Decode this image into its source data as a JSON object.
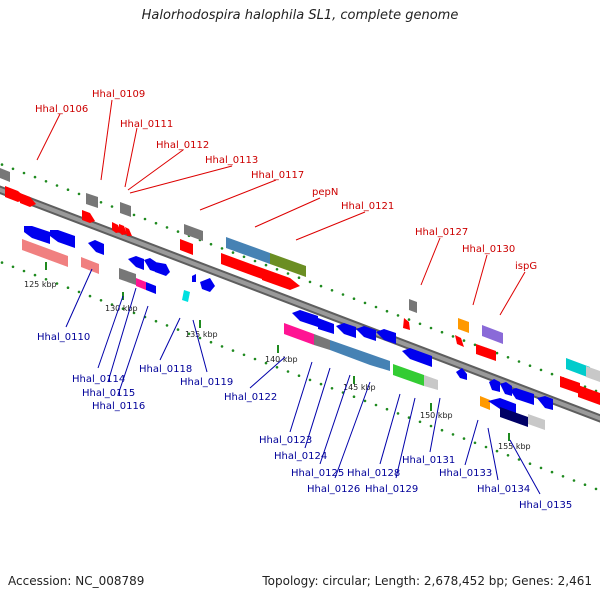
{
  "title": "Halorhodospira halophila SL1, complete genome",
  "footer": {
    "accession": "Accession: NC_008789",
    "summary": "Topology: circular; Length: 2,678,452 bp; Genes: 2,461"
  },
  "ticks": [
    "125 kbp",
    "130 kbp",
    "135 kbp",
    "140 kbp",
    "145 kbp",
    "150 kbp",
    "155 kbp"
  ],
  "top_labels": [
    "Hhal_0106",
    "Hhal_0109",
    "Hhal_0111",
    "Hhal_0112",
    "Hhal_0113",
    "Hhal_0117",
    "pepN",
    "Hhal_0121",
    "Hhal_0127",
    "Hhal_0130",
    "ispG"
  ],
  "bottom_labels": [
    "Hhal_0110",
    "Hhal_0114",
    "Hhal_0115",
    "Hhal_0116",
    "Hhal_0118",
    "Hhal_0119",
    "Hhal_0122",
    "Hhal_0123",
    "Hhal_0124",
    "Hhal_0125",
    "Hhal_0126",
    "Hhal_0128",
    "Hhal_0129",
    "Hhal_0131",
    "Hhal_0133",
    "Hhal_0134",
    "Hhal_0135"
  ],
  "colors": {
    "backbone": "#8a8a8a",
    "dots": "#1f8a1f",
    "label_top": "#cc0000",
    "label_bottom": "#000099",
    "red": "#ff0000",
    "blue": "#0000ee",
    "gray": "#777777",
    "salmon": "#f08080",
    "steelblue": "#4682b4",
    "olive": "#6b8e23",
    "magenta": "#ff1493",
    "green": "#33cc33",
    "orange": "#ff9900",
    "purple": "#8a6ad8",
    "cyan": "#00cccc",
    "navy": "#000066",
    "lightgray": "#c8c8c8"
  }
}
